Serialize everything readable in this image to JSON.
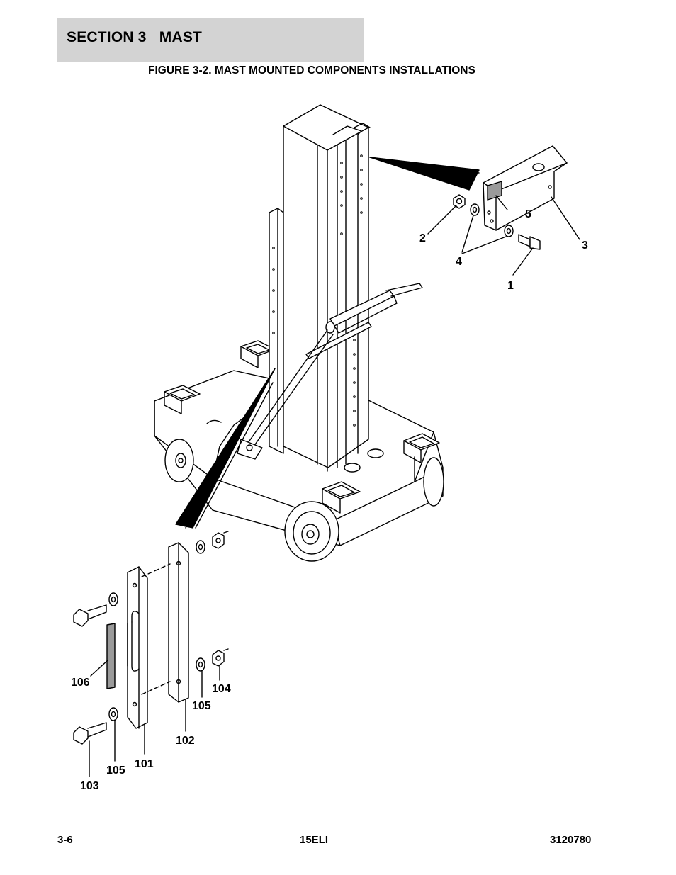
{
  "header": {
    "section_title": "SECTION 3   MAST",
    "figure_title": "FIGURE 3-2. MAST MOUNTED COMPONENTS INSTALLATIONS"
  },
  "figure": {
    "callouts": {
      "c1": "1",
      "c2": "2",
      "c3": "3",
      "c4": "4",
      "c5": "5",
      "c101": "101",
      "c102": "102",
      "c103": "103",
      "c104": "104",
      "c105a": "105",
      "c105b": "105",
      "c106": "106"
    }
  },
  "footer": {
    "page_number": "3-6",
    "model": "15ELI",
    "document_number": "3120780"
  },
  "colors": {
    "header_background": "#d3d3d3",
    "line": "#000000",
    "decal_fill": "#9a9a9a"
  }
}
